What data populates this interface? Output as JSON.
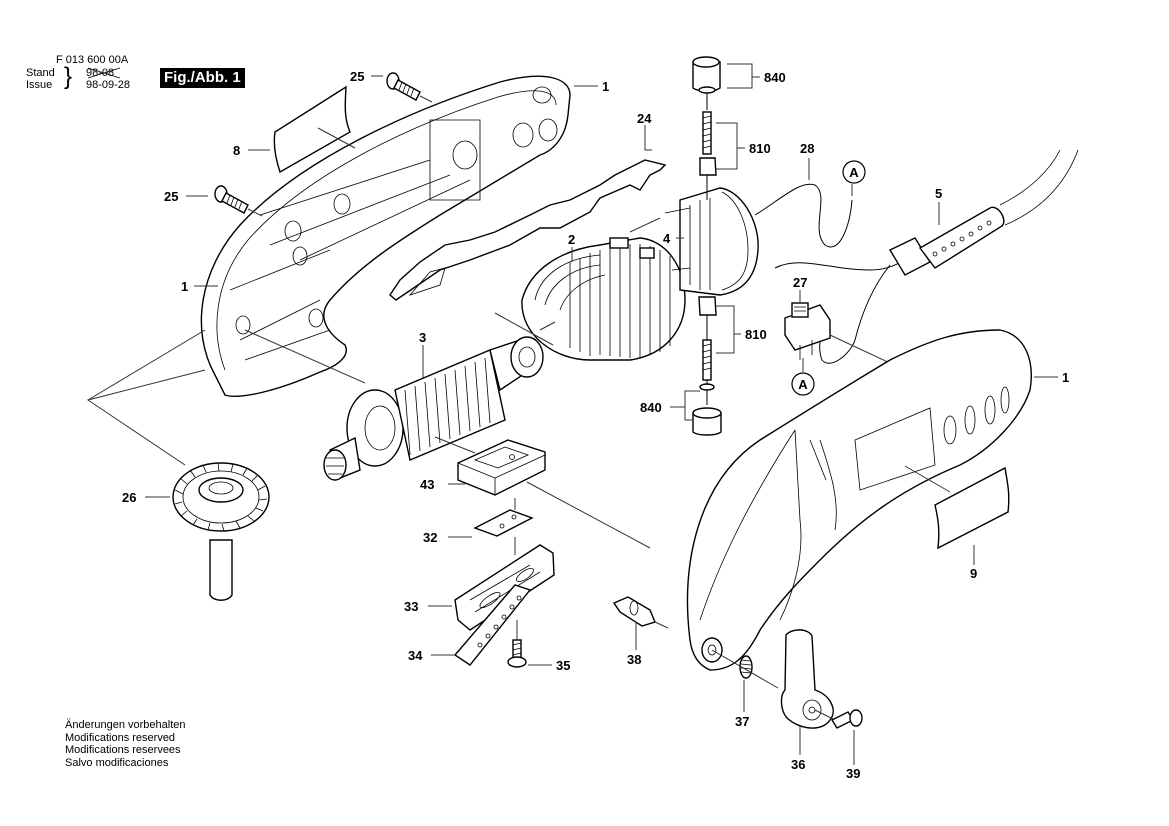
{
  "header": {
    "doc_number": "F 013 600 00A",
    "stand_label": "Stand",
    "stand_date_struck": "98-08",
    "issue_label": "Issue",
    "issue_date": "98-09-28",
    "figure_label": "Fig./Abb. 1"
  },
  "footer": {
    "lines": [
      "Änderungen vorbehalten",
      "Modifications reserved",
      "Modifications reservees",
      "Salvo modificaciones"
    ]
  },
  "parts": [
    {
      "id": "25a",
      "label": "25",
      "name": "housing-screw-upper"
    },
    {
      "id": "1a",
      "label": "1",
      "name": "housing-half-left-top"
    },
    {
      "id": "8",
      "label": "8",
      "name": "nameplate-left"
    },
    {
      "id": "25b",
      "label": "25",
      "name": "housing-screw-lower"
    },
    {
      "id": "1b",
      "label": "1",
      "name": "housing-half-left-side"
    },
    {
      "id": "24",
      "label": "24",
      "name": "slide-switch-bar"
    },
    {
      "id": "2",
      "label": "2",
      "name": "field-coil"
    },
    {
      "id": "840a",
      "label": "840",
      "name": "brush-cap-upper"
    },
    {
      "id": "810a",
      "label": "810",
      "name": "carbon-brush-upper"
    },
    {
      "id": "28",
      "label": "28",
      "name": "connecting-wire"
    },
    {
      "id": "A1",
      "label": "A",
      "name": "connection-point-a-upper"
    },
    {
      "id": "5",
      "label": "5",
      "name": "power-cord"
    },
    {
      "id": "4",
      "label": "4",
      "name": "brush-holder"
    },
    {
      "id": "27",
      "label": "27",
      "name": "on-off-switch"
    },
    {
      "id": "810b",
      "label": "810",
      "name": "carbon-brush-lower"
    },
    {
      "id": "A2",
      "label": "A",
      "name": "connection-point-a-lower"
    },
    {
      "id": "1c",
      "label": "1",
      "name": "housing-half-right"
    },
    {
      "id": "3",
      "label": "3",
      "name": "armature"
    },
    {
      "id": "840b",
      "label": "840",
      "name": "brush-cap-lower"
    },
    {
      "id": "26",
      "label": "26",
      "name": "bevel-gear-shaft"
    },
    {
      "id": "43",
      "label": "43",
      "name": "guide-block"
    },
    {
      "id": "32",
      "label": "32",
      "name": "guide-plate"
    },
    {
      "id": "9",
      "label": "9",
      "name": "nameplate-right"
    },
    {
      "id": "33",
      "label": "33",
      "name": "blade-holder"
    },
    {
      "id": "34",
      "label": "34",
      "name": "blade-clamp"
    },
    {
      "id": "35",
      "label": "35",
      "name": "clamp-screw"
    },
    {
      "id": "38",
      "label": "38",
      "name": "locking-pin"
    },
    {
      "id": "37",
      "label": "37",
      "name": "spring-washer"
    },
    {
      "id": "36",
      "label": "36",
      "name": "lever"
    },
    {
      "id": "39",
      "label": "39",
      "name": "lever-screw"
    }
  ]
}
